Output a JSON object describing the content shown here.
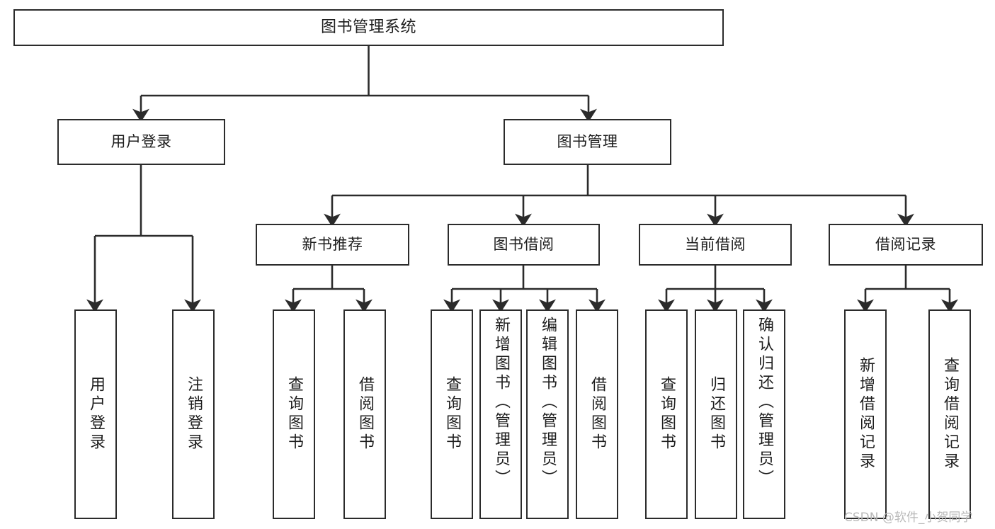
{
  "diagram": {
    "title": "图书管理系统",
    "type": "tree-hierarchy",
    "watermark": "CSDN @软件_小贺同学",
    "colors": {
      "box_border": "#2b2b2b",
      "box_fill": "#ffffff",
      "edge": "#2b2b2b",
      "text": "#1d1d1d",
      "watermark": "#b9b9b9",
      "background": "#ffffff"
    }
  },
  "nodes": {
    "root": {
      "label": "图书管理系统"
    },
    "level1": [
      {
        "id": "user-login",
        "label": "用户登录"
      },
      {
        "id": "book-manage",
        "label": "图书管理"
      }
    ],
    "level2": [
      {
        "id": "new-book-recommend",
        "label": "新书推荐"
      },
      {
        "id": "book-borrow",
        "label": "图书借阅"
      },
      {
        "id": "current-borrow",
        "label": "当前借阅"
      },
      {
        "id": "borrow-record",
        "label": "借阅记录"
      }
    ],
    "leaves": {
      "user_login": [
        {
          "id": "leaf-user-login",
          "label": "用户登录"
        },
        {
          "id": "leaf-logout-login",
          "label": "注销登录"
        }
      ],
      "new_book_recommend": [
        {
          "id": "leaf-query-book-1",
          "label": "查询图书"
        },
        {
          "id": "leaf-borrow-book-1",
          "label": "借阅图书"
        }
      ],
      "book_borrow": [
        {
          "id": "leaf-query-book-2",
          "label": "查询图书"
        },
        {
          "id": "leaf-add-book",
          "label": "新增图书（管理员）"
        },
        {
          "id": "leaf-edit-book",
          "label": "编辑图书（管理员）"
        },
        {
          "id": "leaf-borrow-book-2",
          "label": "借阅图书"
        }
      ],
      "current_borrow": [
        {
          "id": "leaf-query-book-3",
          "label": "查询图书"
        },
        {
          "id": "leaf-return-book",
          "label": "归还图书"
        },
        {
          "id": "leaf-confirm-return",
          "label": "确认归还（管理员）"
        }
      ],
      "borrow_record": [
        {
          "id": "leaf-add-record",
          "label": "新增借阅记录"
        },
        {
          "id": "leaf-query-record",
          "label": "查询借阅记录"
        }
      ]
    }
  }
}
